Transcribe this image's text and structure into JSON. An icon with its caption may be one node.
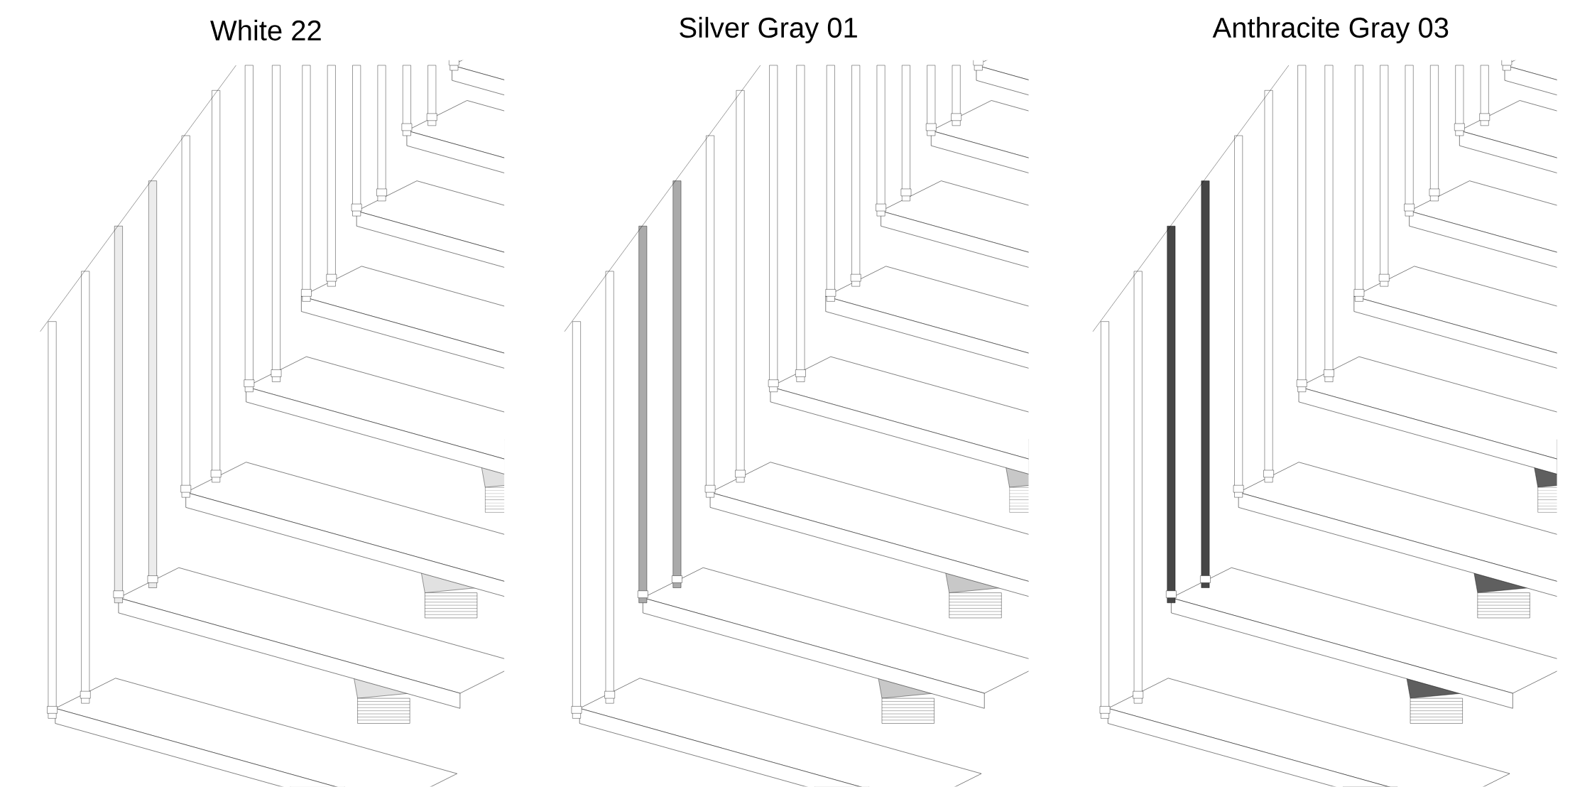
{
  "diagram": {
    "labels": [
      "White 22",
      "Silver Gray 01",
      "Anthracite Gray 03"
    ]
  }
}
